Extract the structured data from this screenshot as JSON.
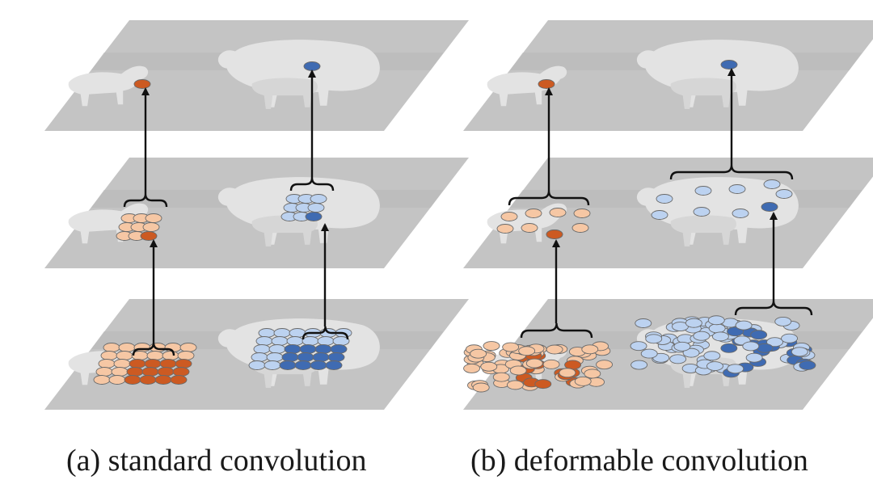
{
  "panels": [
    {
      "id": "a",
      "caption": "(a) standard convolution"
    },
    {
      "id": "b",
      "caption": "(b) deformable convolution"
    }
  ],
  "colors": {
    "plane_fill": "#c4c4c4",
    "plane_shade": "#b2b2b2",
    "animal": "#e3e3e3",
    "orange_light": "#f6c7a4",
    "orange_dark": "#cc5a22",
    "blue_light": "#bcd2f0",
    "blue_dark": "#3f6bb2",
    "arrow": "#111111"
  },
  "icons": [
    "lamb-silhouette",
    "sheep-silhouette"
  ]
}
